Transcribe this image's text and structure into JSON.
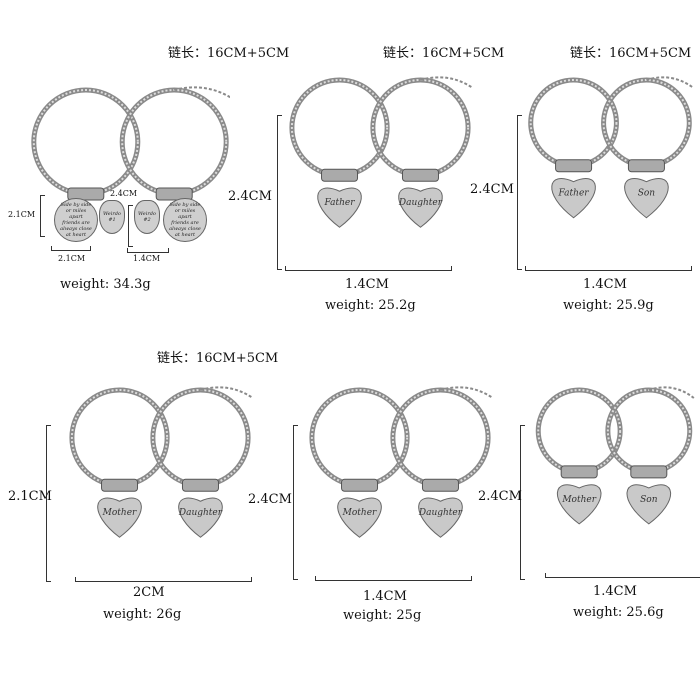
{
  "chain_length_label": "链长：16CM+5CM",
  "products": [
    {
      "height": "2.1CM",
      "height2": "2.4CM",
      "width": "2.1CM",
      "width2": "1.4CM",
      "weight": "weight: 34.3g",
      "pendants": [
        "Side by side or miles apart friends are always close at heart",
        "Weirdo #1",
        "Weirdo #2",
        "Side by side or miles apart friends are always close at heart"
      ]
    },
    {
      "height": "2.4CM",
      "width": "1.4CM",
      "weight": "weight: 25.2g",
      "pendants": [
        "Father",
        "Daughter"
      ]
    },
    {
      "height": "2.4CM",
      "width": "1.4CM",
      "weight": "weight: 25.9g",
      "pendants": [
        "Father",
        "Son"
      ]
    },
    {
      "height": "2.1CM",
      "width": "2CM",
      "weight": "weight: 26g",
      "pendants": [
        "Mother",
        "Daughter"
      ]
    },
    {
      "height": "2.4CM",
      "width": "1.4CM",
      "weight": "weight: 25g",
      "pendants": [
        "Mother",
        "Daughter"
      ]
    },
    {
      "height": "2.4CM",
      "width": "1.4CM",
      "weight": "weight: 25.6g",
      "pendants": [
        "Mother",
        "Son"
      ]
    }
  ],
  "colors": {
    "metal": "#8a8a8a",
    "pendant": "#c9c9c9"
  }
}
